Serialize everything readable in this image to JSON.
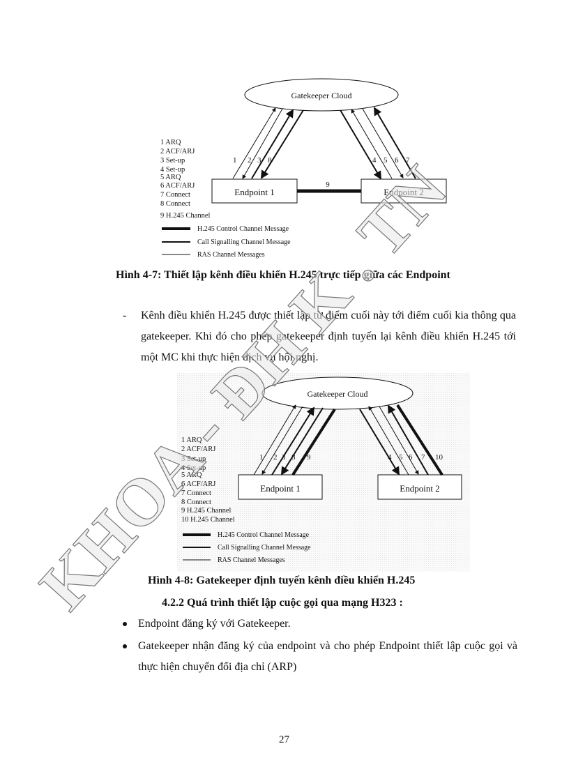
{
  "figure1": {
    "cloud_label": "Gatekeeper Cloud",
    "endpoint1": "Endpoint 1",
    "endpoint2": "Endpoint 2",
    "steps": [
      "1 ARQ",
      "2 ACF/ARJ",
      "3 Set-up",
      "4 Set-up",
      "5 ARQ",
      "6 ACF/ARJ",
      "7 Connect",
      "8 Connect",
      "9 H.245 Channel"
    ],
    "arrow_numbers_left": [
      "1",
      "2",
      "3",
      "8"
    ],
    "arrow_numbers_right": [
      "4",
      "5",
      "6",
      "7"
    ],
    "direct_link_number": "9",
    "legend": [
      "H.245 Control Channel Message",
      "Call Signalling Channel Message",
      "RAS Channel Messages"
    ],
    "caption": "Hình 4-7: Thiết lập kênh điều khiển H.245 trực tiếp giữa các Endpoint"
  },
  "paragraph": {
    "marker": "-",
    "text": "Kênh điều khiển H.245 được thiết lập từ điểm cuối này tới điểm cuối kia thông qua gatekeeper. Khi đó cho phép gatekeeper định tuyến lại kênh điều khiển H.245 tới một MC khi thực hiện dịch vụ hội nghị."
  },
  "figure2": {
    "cloud_label": "Gatekeeper Cloud",
    "endpoint1": "Endpoint 1",
    "endpoint2": "Endpoint 2",
    "steps": [
      "1 ARQ",
      "2 ACF/ARJ",
      "3 Set-up",
      "4 Set-up",
      "5 ARQ",
      "6 ACF/ARJ",
      "7 Connect",
      "8 Connect",
      "9 H.245 Channel",
      "10 H.245 Channel"
    ],
    "arrow_numbers_left": [
      "1",
      "2",
      "3",
      "8",
      "9"
    ],
    "arrow_numbers_right": [
      "4",
      "5",
      "6",
      "7",
      "10"
    ],
    "legend": [
      "H.245 Control Channel Message",
      "Call Signalling Channel Message",
      "RAS Channel Messages"
    ],
    "caption": "Hình 4-8: Gatekeeper định tuyến kênh điều khiển H.245"
  },
  "section": {
    "heading": "4.2.2 Quá trình thiết lập cuộc gọi qua mạng H323 :",
    "bullets": [
      "Endpoint đăng ký với Gatekeeper.",
      "Gatekeeper nhận đăng ký của endpoint và cho phép Endpoint thiết lập cuộc gọi và thực hiện chuyển đổi địa chỉ (ARP)"
    ]
  },
  "watermark": "KHOA - ĐH K . TN",
  "page_number": "27"
}
